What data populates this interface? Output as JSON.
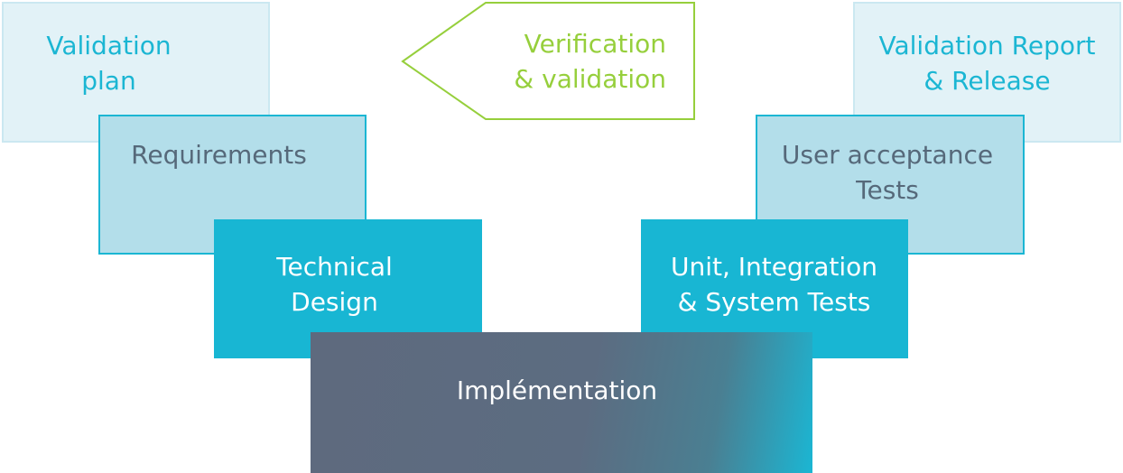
{
  "diagram": {
    "left": {
      "validation_plan": [
        "Validation",
        "plan"
      ],
      "requirements": [
        "Requirements"
      ],
      "technical_design": [
        "Technical",
        "Design"
      ]
    },
    "right": {
      "validation_report": [
        "Validation Report",
        "& Release"
      ],
      "user_acceptance": [
        "User acceptance",
        "Tests"
      ],
      "unit_integration": [
        "Unit, Integration",
        "& System Tests"
      ]
    },
    "bottom": {
      "implementation": "Implémentation"
    },
    "arrow": {
      "label": [
        "Verification",
        "& validation"
      ]
    },
    "colors": {
      "light_box": "#e2f2f7",
      "light_border": "#cbe8f1",
      "mid_box": "#b3deea",
      "accent_cyan": "#1bb6d3",
      "dark_slate": "#5e6a7e",
      "arrow_green": "#96cf3c",
      "mid_text": "#56697a"
    }
  }
}
